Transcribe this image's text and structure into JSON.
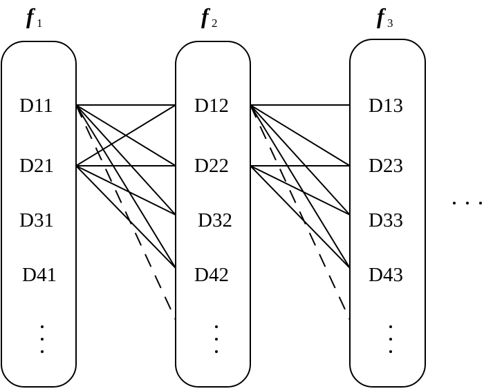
{
  "columns": [
    {
      "title": "f",
      "subscript": "1",
      "items": [
        "D11",
        "D21",
        "D31",
        "D41"
      ],
      "ellipsis": "⋮"
    },
    {
      "title": "f",
      "subscript": "2",
      "items": [
        "D12",
        "D22",
        "D32",
        "D42"
      ],
      "ellipsis": "⋮"
    },
    {
      "title": "f",
      "subscript": "3",
      "items": [
        "D13",
        "D23",
        "D33",
        "D43"
      ],
      "ellipsis": "⋮"
    }
  ],
  "continuation": "· · ·",
  "edges": [
    {
      "from": "D11",
      "to": "D12",
      "style": "solid"
    },
    {
      "from": "D11",
      "to": "D22",
      "style": "solid"
    },
    {
      "from": "D11",
      "to": "D32",
      "style": "solid"
    },
    {
      "from": "D11",
      "to": "D42",
      "style": "solid"
    },
    {
      "from": "D11",
      "to": "f2-ellipsis",
      "style": "dashed"
    },
    {
      "from": "D21",
      "to": "D12",
      "style": "solid"
    },
    {
      "from": "D21",
      "to": "D22",
      "style": "solid"
    },
    {
      "from": "D21",
      "to": "D32",
      "style": "solid"
    },
    {
      "from": "D21",
      "to": "D42",
      "style": "solid"
    },
    {
      "from": "D12",
      "to": "D13",
      "style": "solid"
    },
    {
      "from": "D12",
      "to": "D23",
      "style": "solid"
    },
    {
      "from": "D12",
      "to": "D33",
      "style": "solid"
    },
    {
      "from": "D12",
      "to": "D43",
      "style": "solid"
    },
    {
      "from": "D12",
      "to": "f3-ellipsis",
      "style": "dashed"
    },
    {
      "from": "D22",
      "to": "D23",
      "style": "solid"
    },
    {
      "from": "D22",
      "to": "D33",
      "style": "solid"
    },
    {
      "from": "D22",
      "to": "D43",
      "style": "solid"
    }
  ]
}
